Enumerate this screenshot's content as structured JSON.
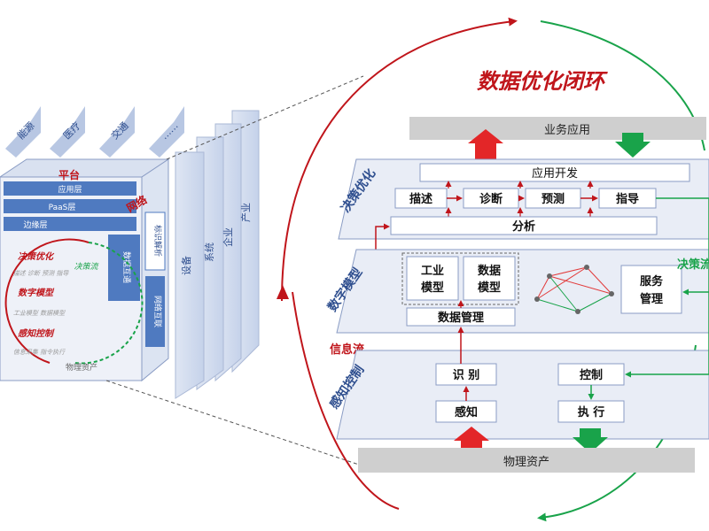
{
  "title": "数据优化闭环",
  "colors": {
    "red": "#c0151b",
    "green": "#19a34a",
    "blue_dark": "#2f4f8f",
    "blue_mid": "#4f7ac0",
    "plane_fill": "#e9edf6",
    "box_border": "#8a9cc4",
    "bar_gray": "#cfcfcf"
  },
  "cube": {
    "top_tabs": [
      "能源",
      "医疗",
      "交通",
      "……"
    ],
    "side_tabs": [
      "设备",
      "系统",
      "企业",
      "产业"
    ],
    "platform_label": "平台",
    "layers": [
      "应用层",
      "PaaS层",
      "边缘层"
    ],
    "network_label": "网络",
    "network_boxes": [
      "标识解析",
      "数据互通",
      "网络互联"
    ],
    "cycle": {
      "decision": "决策优化",
      "decision_sub": "描述 诊断 预测 指导",
      "model": "数字模型",
      "model_sub": "工业模型 数据模型",
      "sense": "感知控制",
      "sense_sub": "信息采集 指令执行",
      "flow_label": "决策流"
    },
    "physical": "物理资产"
  },
  "closed_loop": {
    "top_bar": "业务应用",
    "bottom_bar": "物理资产",
    "decision_plane": {
      "label": "决策优化",
      "app_dev": "应用开发",
      "steps": [
        "描述",
        "诊断",
        "预测",
        "指导"
      ],
      "analysis": "分析"
    },
    "model_plane": {
      "label": "数字模型",
      "industrial_model": "工业\n模型",
      "data_model": "数据\n模型",
      "data_mgmt": "数据管理",
      "service_mgmt": "服务\n管理"
    },
    "sense_plane": {
      "label": "感知控制",
      "identify": "识 别",
      "control": "控制",
      "sense": "感知",
      "execute": "执 行"
    },
    "info_flow": "信息流",
    "decision_flow": "决策流"
  }
}
